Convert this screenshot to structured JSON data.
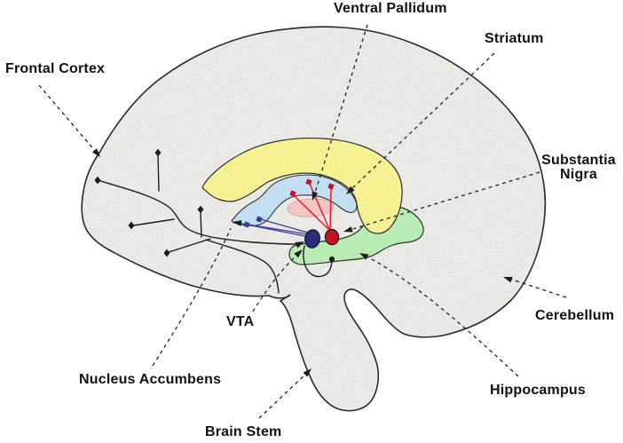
{
  "figure": {
    "type": "brain-sagittal-dopamine-pathways-diagram",
    "background": "#ffffff",
    "labels": {
      "frontal_cortex": {
        "text": "Frontal Cortex"
      },
      "ventral_pallidum": {
        "text": "Ventral Pallidum"
      },
      "striatum": {
        "text": "Striatum"
      },
      "substantia_nigra": {
        "line1": "Substantia",
        "line2": "Nigra"
      },
      "cerebellum": {
        "text": "Cerebellum"
      },
      "hippocampus": {
        "text": "Hippocampus"
      },
      "brain_stem": {
        "text": "Brain Stem"
      },
      "nucleus_accumbens": {
        "text": "Nucleus Accumbens"
      },
      "vta": {
        "text": "VTA"
      }
    },
    "regions": [
      "frontal-cortex",
      "striatum",
      "ventral-pallidum",
      "nucleus-accumbens",
      "vta",
      "substantia-nigra",
      "hippocampus",
      "cerebellum",
      "brain-stem"
    ],
    "colors": {
      "brain_fill": "#ebebe7",
      "striatum_yellow": "#f8f492",
      "limbic_blue": "#c4e0f3",
      "pallidum_pink": "#f6c9c5",
      "pallidum_pink_edge": "#dd9a96",
      "hippocampus_green": "#b9eeb4",
      "vta_navy": "#2a2a80",
      "substantia_nigra_red": "#c41325",
      "projection_red": "#e8192c",
      "projection_navy": "#3c3c96",
      "line_black": "#1d1d1d",
      "outline_black": "#2a2a2a"
    }
  }
}
